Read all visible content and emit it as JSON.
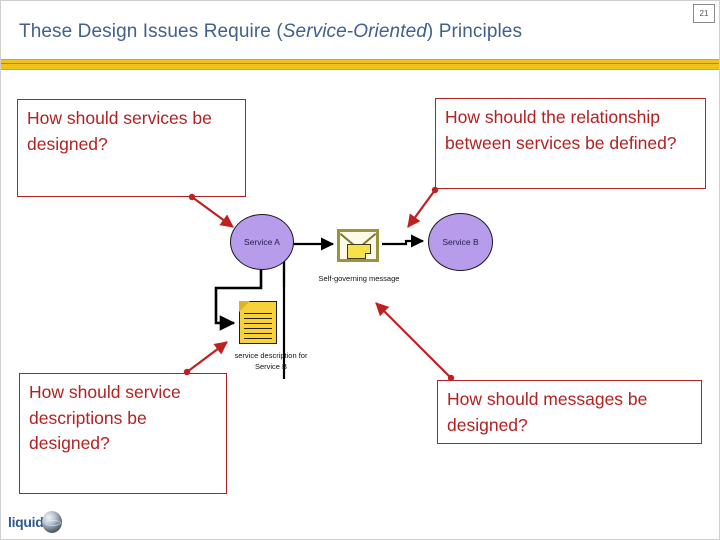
{
  "slide": {
    "page_number": "21",
    "title_prefix": "These Design Issues Require (",
    "title_italic": "Service-Oriented",
    "title_suffix": ") Principles",
    "accent_band_color": "#f2c21c",
    "title_color": "#40618e",
    "callout_color": "#b32121"
  },
  "callouts": [
    {
      "name": "services",
      "text": "How should services be designed?"
    },
    {
      "name": "relationship",
      "text": "How should the relationship between services be defined?"
    },
    {
      "name": "descriptions",
      "text": "How should service descriptions be designed?"
    },
    {
      "name": "messages",
      "text": "How should messages be designed?"
    }
  ],
  "diagram": {
    "service_a_label": "Service A",
    "service_b_label": "Service B",
    "service_fill": "#b79cec",
    "message_icon_name": "envelope-icon",
    "message_label": "Self-governing message",
    "document_icon_name": "document-icon",
    "document_label": "service description for Service B"
  },
  "footer": {
    "logo_text": "liquid",
    "logo_icon_name": "globe-icon"
  }
}
